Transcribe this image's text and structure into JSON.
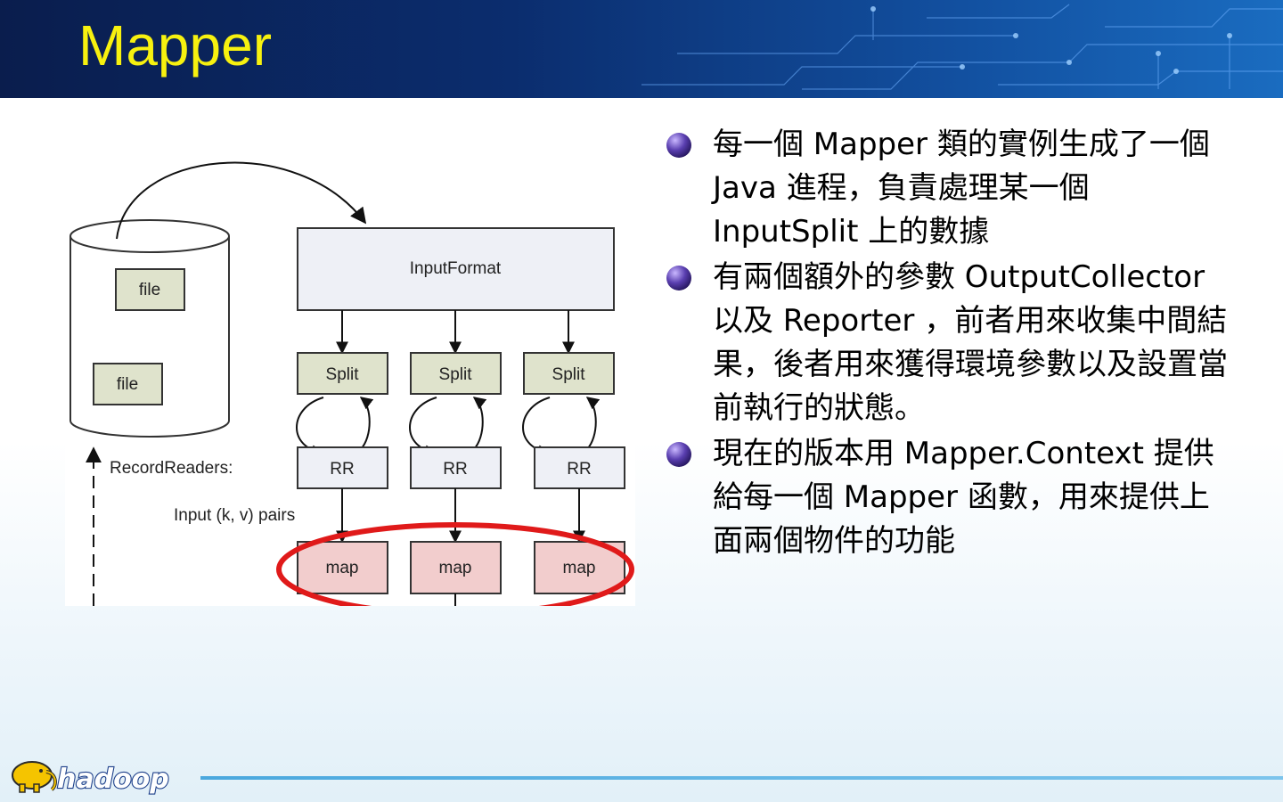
{
  "title": "Mapper",
  "diagram": {
    "storage_files": [
      "file",
      "file"
    ],
    "input_format_label": "InputFormat",
    "split_labels": [
      "Split",
      "Split",
      "Split"
    ],
    "rr_labels": [
      "RR",
      "RR",
      "RR"
    ],
    "map_labels": [
      "map",
      "map",
      "map"
    ],
    "record_readers_label": "RecordReaders:",
    "input_pairs_label": "Input (k, v) pairs",
    "colors": {
      "split": "#dfe3cc",
      "rr": "#eef0f6",
      "map": "#f2cdcd",
      "ellipse": "#e01a1a"
    }
  },
  "bullets": [
    "每一個 Mapper 類的實例生成了一個 Java 進程，負責處理某一個 InputSplit 上的數據",
    "有兩個額外的參數 OutputCollector 以及 Reporter ，前者用來收集中間結果，後者用來獲得環境參數以及設置當前執行的狀態。",
    "現在的版本用 Mapper.Context 提供給每一個 Mapper 函數，用來提供上面兩個物件的功能"
  ],
  "logo": {
    "text": "hadoop",
    "icon": "elephant-icon"
  }
}
